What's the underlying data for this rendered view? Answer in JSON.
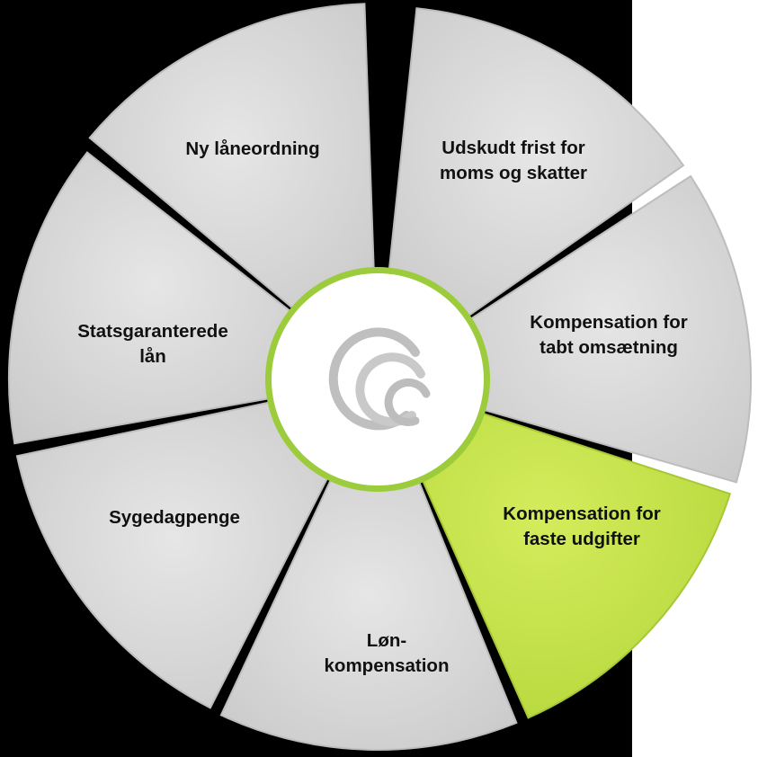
{
  "colors": {
    "background": "#000000",
    "segment_fill": "#d9d9d9",
    "segment_highlight": "#c5e04a",
    "hub_ring": "#9ccc3c",
    "hub_fill": "#ffffff",
    "logo": "#bfbfbf"
  },
  "hub": {
    "logo": "c-swirl-logo-icon"
  },
  "segments": [
    {
      "id": "udskudt-frist",
      "lines": [
        "Udskudt frist for",
        "moms og skatter"
      ],
      "highlighted": false
    },
    {
      "id": "kompensation-tabt-omsaetning",
      "lines": [
        "Kompensation for",
        "tabt omsætning"
      ],
      "highlighted": false
    },
    {
      "id": "kompensation-faste-udgifter",
      "lines": [
        "Kompensation for",
        "faste udgifter"
      ],
      "highlighted": true
    },
    {
      "id": "loenkompensation",
      "lines": [
        "Løn-",
        "kompensation"
      ],
      "highlighted": false
    },
    {
      "id": "sygedagpenge",
      "lines": [
        "Sygedagpenge"
      ],
      "highlighted": false
    },
    {
      "id": "statsgaranterede-laan",
      "lines": [
        "Statsgaranterede",
        "lån"
      ],
      "highlighted": false
    },
    {
      "id": "ny-laaneordning",
      "lines": [
        "Ny låneordning"
      ],
      "highlighted": false
    }
  ]
}
